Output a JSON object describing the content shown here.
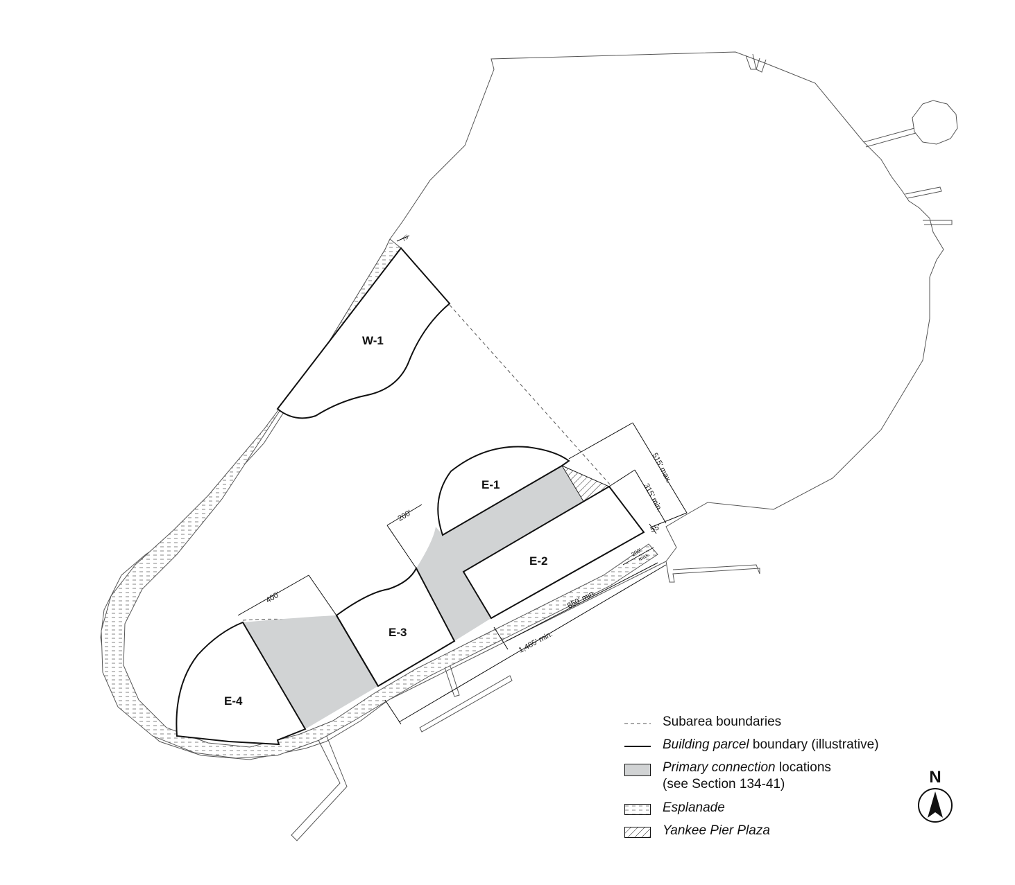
{
  "parcels": {
    "w1": "W-1",
    "e1": "E-1",
    "e2": "E-2",
    "e3": "E-3",
    "e4": "E-4"
  },
  "dimensions": {
    "d75": "75'",
    "d515": "515' max.",
    "d315": "315' min.",
    "d55": "55'",
    "d200_top": "200'",
    "d200_max_a": "200'",
    "d200_max_b": "max.",
    "d400": "400'",
    "d850": "850' min.",
    "d1485": "1,485' min."
  },
  "legend": {
    "subarea": "Subarea boundaries",
    "parcel_italic": "Building parcel",
    "parcel_rest": " boundary (illustrative)",
    "primary_italic": "Primary connection",
    "primary_rest": " locations",
    "primary_line2": "(see Section 134-41)",
    "esplanade": "Esplanade",
    "plaza": "Yankee Pier Plaza"
  },
  "north": {
    "letter": "N"
  },
  "colors": {
    "primary_connection_fill": "#d1d3d4",
    "outline": "#111111",
    "shoreline": "#555555"
  }
}
